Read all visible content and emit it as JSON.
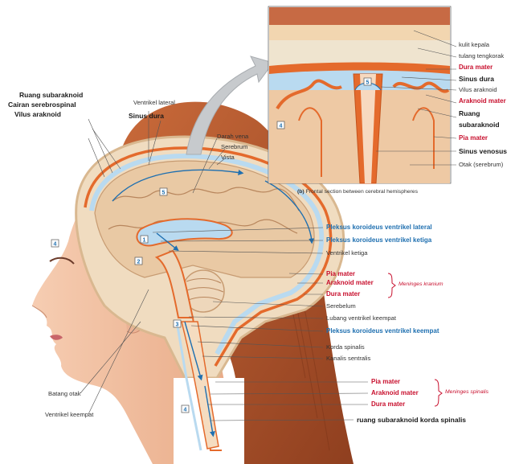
{
  "colors": {
    "skin": "#f3c6a8",
    "hair": "#b3572e",
    "dura": "#e46a2c",
    "csf": "#b9daf0",
    "brain": "#e9c9a4",
    "label_red": "#c8102e",
    "label_blue": "#1e6fb0",
    "arrow": "#1e6fb0"
  },
  "inset_labels": {
    "skin": "kulit kepala",
    "bone": "tulang tengkorak",
    "dura": "Dura mater",
    "sinus": "Sinus dura",
    "villus": "Vilus araknoid",
    "arachnoid": "Araknoid mater",
    "subarachnoid_1": "Ruang",
    "subarachnoid_2": "subaraknoid",
    "pia": "Pia mater",
    "venous": "Sinus venosus",
    "cerebrum": "Otak (serebrum)"
  },
  "inset_caption": {
    "bold": "(b)",
    "text": "Frontal section between cerebral hemispheres"
  },
  "top_labels": {
    "subarachnoid_space": "Ruang subaraknoid",
    "csf": "Cairan serebrospinal",
    "arachnoid_villus": "Vilus araknoid",
    "lateral_ventricle": "Ventrikel lateral",
    "dural_sinus": "Sinus dura",
    "venous_blood": "Darah vena",
    "cerebrum": "Serebrum",
    "skull": "Vista"
  },
  "right_labels": {
    "choroid_lateral": "Pleksus koroideus ventrikel lateral",
    "choroid_third": "Pleksus koroideus ventrikel ketiga",
    "third_ventricle": "Ventrikel ketiga",
    "pia": "Pia mater",
    "arachnoid": "Araknoid mater",
    "dura": "Dura mater",
    "cranial_meninges": "Meninges kranium",
    "cerebellum": "Serebelum",
    "fourth_hole": "Lubang ventrikel keempat",
    "choroid_fourth": "Pleksus koroideus ventrikel keempat",
    "spinal_cord": "Korda spinalis",
    "central_canal": "Kanalis sentralis",
    "spinal_pia": "Pia mater",
    "spinal_arachnoid": "Araknoid mater",
    "spinal_dura": "Dura mater",
    "spinal_meninges": "Meninges spinalis",
    "spinal_subarachnoid": "ruang subaraknoid korda spinalis"
  },
  "left_labels": {
    "brainstem": "Batang otak",
    "fourth_ventricle": "Ventrikel keempat"
  },
  "numbers": [
    "1",
    "2",
    "3",
    "4",
    "5"
  ]
}
